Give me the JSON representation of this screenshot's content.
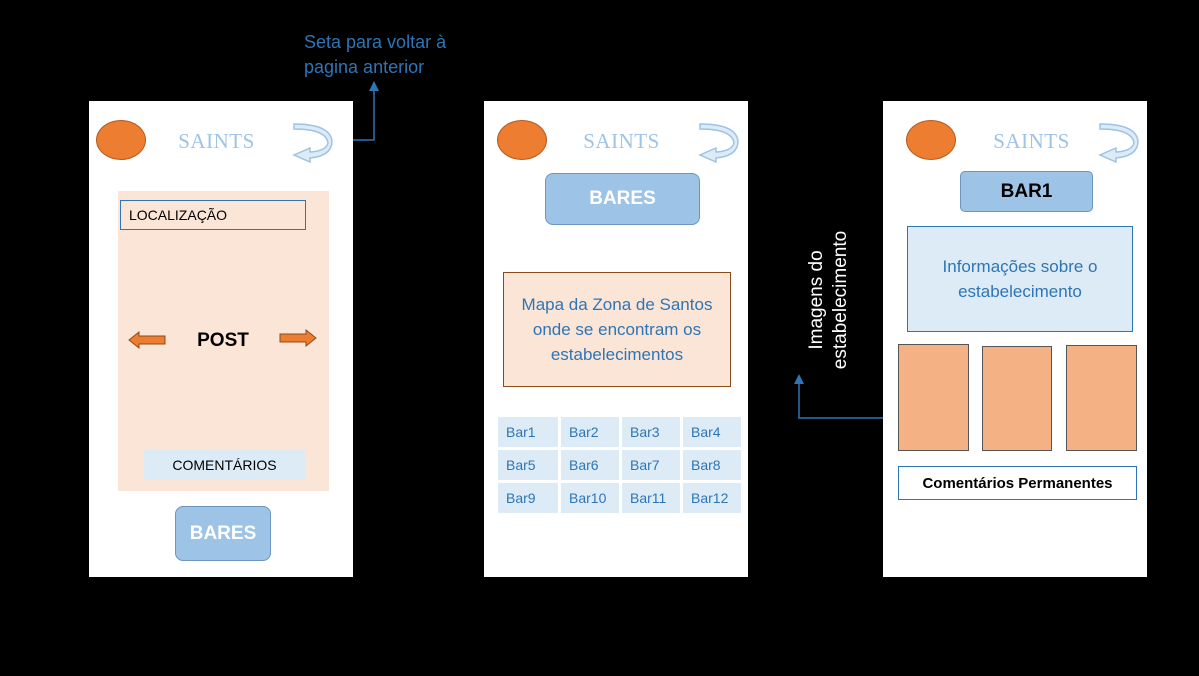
{
  "annotations": {
    "back_arrow_note": [
      "Seta para voltar à",
      "pagina anterior"
    ],
    "images_note": [
      "Imagens do",
      "estabelecimento"
    ]
  },
  "screen1": {
    "brand": "SAINTS",
    "location_label": "LOCALIZAÇÃO",
    "post_label": "POST",
    "comments_label": "COMENTÁRIOS",
    "bars_button": "BARES"
  },
  "screen2": {
    "brand": "SAINTS",
    "bars_header": "BARES",
    "map_text": "Mapa da Zona de Santos onde se encontram os estabelecimentos",
    "bars": [
      "Bar1",
      "Bar2",
      "Bar3",
      "Bar4",
      "Bar5",
      "Bar6",
      "Bar7",
      "Bar8",
      "Bar9",
      "Bar10",
      "Bar11",
      "Bar12"
    ]
  },
  "screen3": {
    "brand": "SAINTS",
    "bar_title": "BAR1",
    "info_text": "Informações sobre o estabelecimento",
    "comments_label": "Comentários Permanentes"
  },
  "colors": {
    "accent_orange": "#ED7D31",
    "light_blue": "#9DC3E6",
    "text_blue": "#2E75B6",
    "peach": "#FBE5D6",
    "photo_orange": "#F4B183"
  },
  "icons": [
    "back-arrow-icon",
    "left-arrow-icon",
    "right-arrow-icon",
    "user-avatar-icon"
  ]
}
